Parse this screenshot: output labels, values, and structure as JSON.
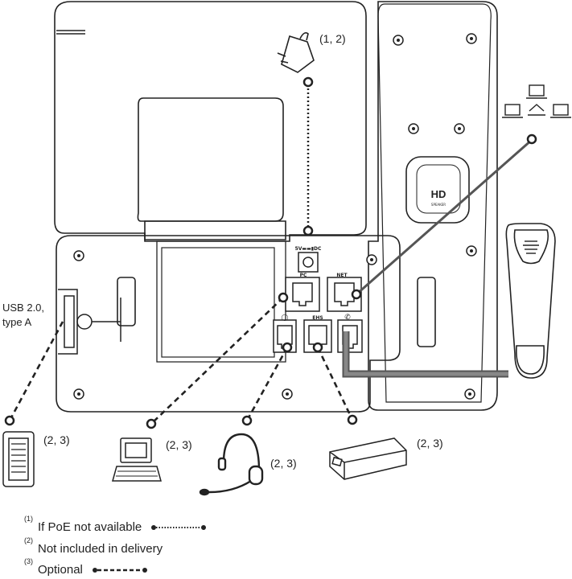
{
  "labels": {
    "power_note": "(1, 2)",
    "usb": [
      "USB 2.0,",
      "type A"
    ],
    "expansion_note": "(2, 3)",
    "pc_note": "(2, 3)",
    "headset_note": "(2, 3)",
    "ehs_note": "(2, 3)"
  },
  "ports": {
    "dc": "5V▬▬▮DC",
    "pc": "PC",
    "net": "NET",
    "ehs": "EHS",
    "speaker": "HD",
    "speaker_sub": "SPEAKER"
  },
  "legend": [
    {
      "mark": "(1)",
      "text": "If PoE not available",
      "line": "dotted"
    },
    {
      "mark": "(2)",
      "text": "Not included in delivery",
      "line": "none"
    },
    {
      "mark": "(3)",
      "text": "Optional",
      "line": "dashed"
    }
  ],
  "colors": {
    "stroke": "#222222",
    "cable": "#555555",
    "port_fill": "#ffffff"
  },
  "icons": [
    "power-adapter-icon",
    "network-icon",
    "usb-connector-icon",
    "expansion-module-icon",
    "pc-icon",
    "headset-icon",
    "ehs-adapter-icon",
    "handset-icon"
  ]
}
